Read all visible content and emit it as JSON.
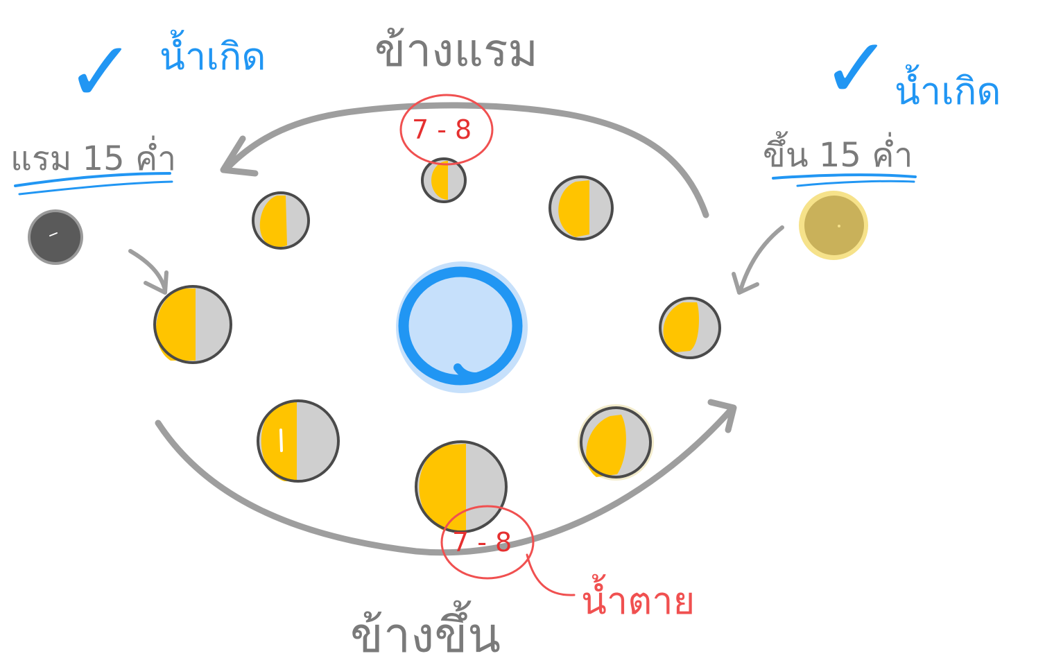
{
  "labels": {
    "top_title": "ข้างแรม",
    "bottom_title": "ข้างขึ้น",
    "left_day": "แรม 15 ค่ำ",
    "right_day": "ขึ้น 15 ค่ำ",
    "left_tide": "น้ำเกิด",
    "right_tide": "น้ำเกิด",
    "top_days": "7 - 8",
    "bottom_days": "7 - 8",
    "bottom_tide": "น้ำตาย"
  },
  "marks": {
    "check_left": "✓",
    "check_right": "✓"
  },
  "colors": {
    "moon_lit": "#ffc400",
    "moon_dark": "#cfcfcf",
    "moon_outline": "#4a4a4a",
    "new_moon": "#5a5a5a",
    "full_moon": "#c9b15a",
    "earth_fill": "#c6e0fb",
    "earth_outline": "#2196f3",
    "orbit_arrow": "#9e9e9e",
    "blue_ink": "#2196f3",
    "red_ink": "#f05050"
  }
}
